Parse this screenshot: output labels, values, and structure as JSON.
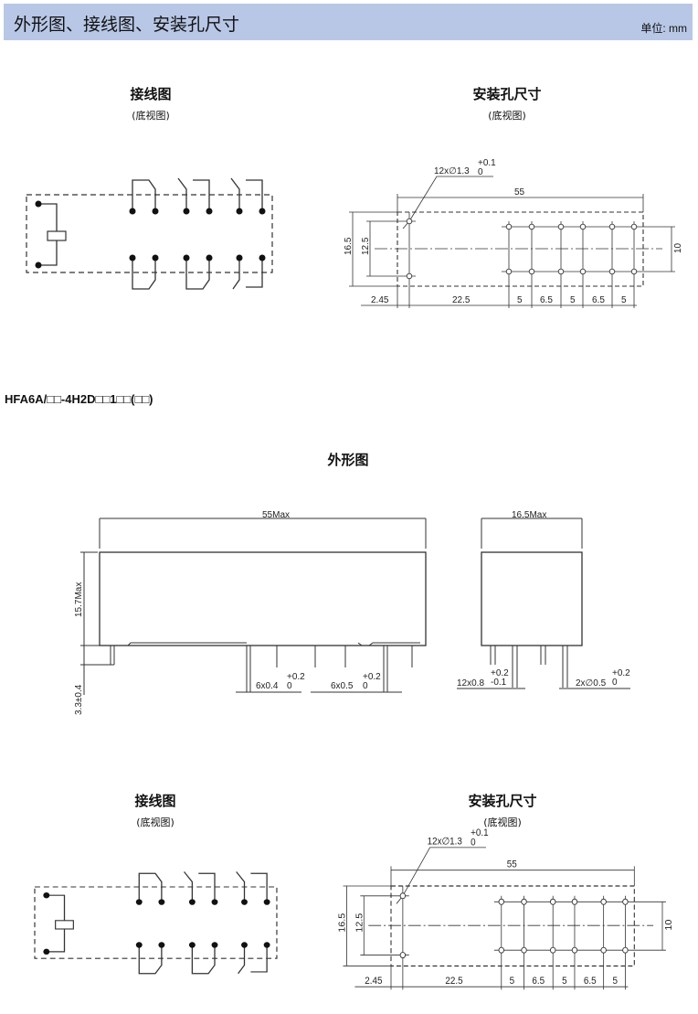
{
  "header": {
    "title": "外形图、接线图、安装孔尺寸",
    "unit": "单位: mm"
  },
  "section1": {
    "wiring_title": "接线图",
    "wiring_sub": "(底视图)",
    "holes_title": "安装孔尺寸",
    "holes_sub": "(底视图)"
  },
  "model": "HFA6A/□□-4H2D□□1□□(□□)",
  "outline": {
    "title": "外形图",
    "length": "55Max",
    "height": "15.7Max",
    "pin_len": "3.3±0.4",
    "pins_a": "6x0.4",
    "pins_a_tol": [
      "+0.2",
      "0"
    ],
    "pins_b": "6x0.5",
    "pins_b_tol": [
      "+0.2",
      "0"
    ],
    "width": "16.5Max",
    "pins_c": "12x0.8",
    "pins_c_tol": [
      "+0.2",
      "-0.1"
    ],
    "pins_d": "2x∅0.5",
    "pins_d_tol": [
      "+0.2",
      "0"
    ]
  },
  "section2": {
    "wiring_title": "接线图",
    "wiring_sub": "(底视图)",
    "holes_title": "安装孔尺寸",
    "holes_sub": "(底视图)"
  },
  "holes": {
    "callout": "12x∅1.3",
    "callout_tol": [
      "+0.1",
      "0"
    ],
    "length": "55",
    "outer_height": "16.5",
    "inner_height": "12.5",
    "row_pitch": "10",
    "bottom_dims": [
      "2.45",
      "22.5",
      "5",
      "6.5",
      "5",
      "6.5",
      "5"
    ]
  }
}
